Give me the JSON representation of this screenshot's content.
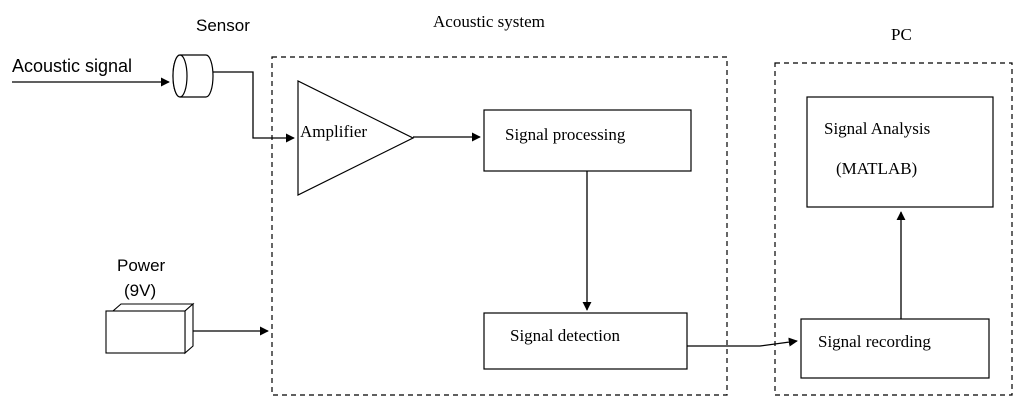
{
  "labels": {
    "sensor": "Sensor",
    "acoustic_signal": "Acoustic signal",
    "acoustic_system": "Acoustic system",
    "pc": "PC",
    "amplifier": "Amplifier",
    "signal_processing": "Signal processing",
    "signal_detection": "Signal detection",
    "signal_analysis_line1": "Signal Analysis",
    "signal_analysis_line2": "(MATLAB)",
    "power_line1": "Power",
    "power_line2": "(9V)",
    "signal_recording": "Signal recording"
  },
  "colors": {
    "stroke": "#000000",
    "background": "#ffffff"
  }
}
